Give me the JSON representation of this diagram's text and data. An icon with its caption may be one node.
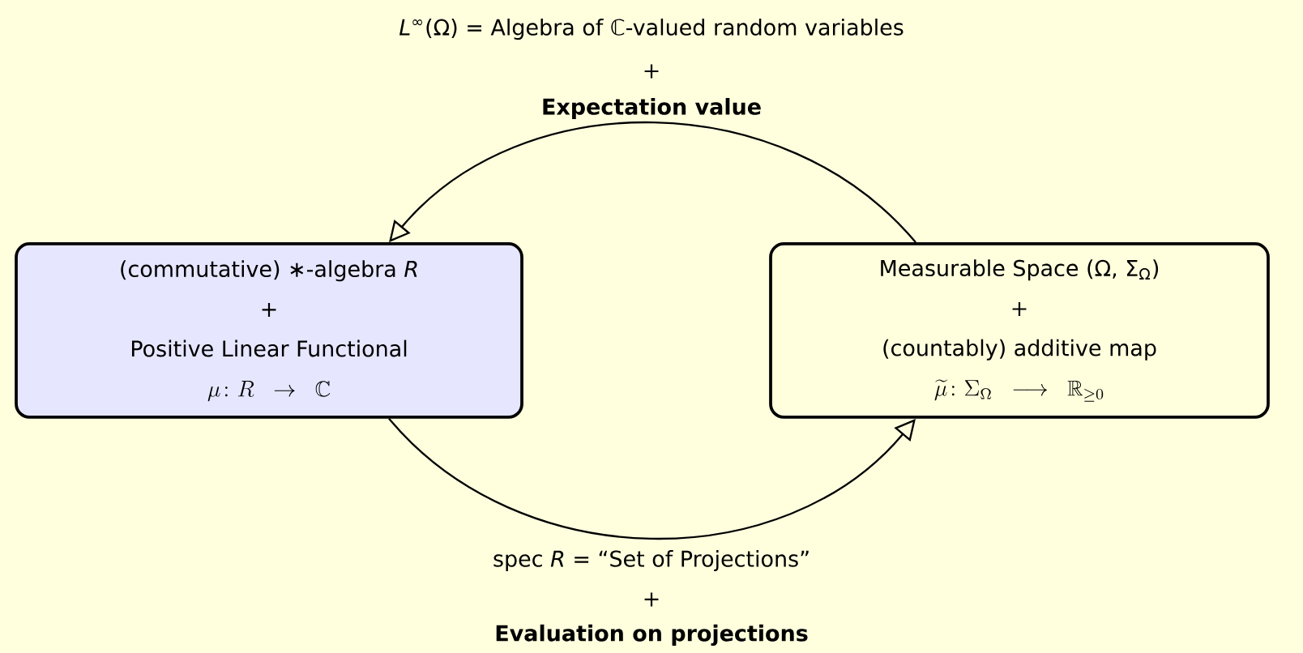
{
  "diagram": {
    "nodes": [
      {
        "text": [
          "(commutative) ∗-algebra *R*",
          "+",
          "Positive Linear Functional",
          "\\mu\\colon R \\;\\;\\to\\;\\; \\mathbb{C}"
        ]
      },
      {
        "text": [
          "Measurable Space (Ω, Σ$_{Ω}$)",
          "+",
          "(countably) additive map",
          "\\widetilde{\\mu}\\colon \\Sigma_{\\Omega} \\;\\;\\longrightarrow\\;\\; \\mathbb{R}_{\\geq 0}"
        ]
      }
    ],
    "edges": [
      {
        "from": 1,
        "to": 0,
        "arrow": "to",
        "label": "*L*$^{∞}$(Ω) = Algebra of ℂ-valued random variables"
      },
      {
        "from": 0,
        "to": 1,
        "arrow": "to",
        "label": "spec *R* = “Set of Projections”"
      }
    ],
    "labels": [
      "+",
      "Expectation value",
      "+",
      "Evaluation on projections"
    ]
  }
}
